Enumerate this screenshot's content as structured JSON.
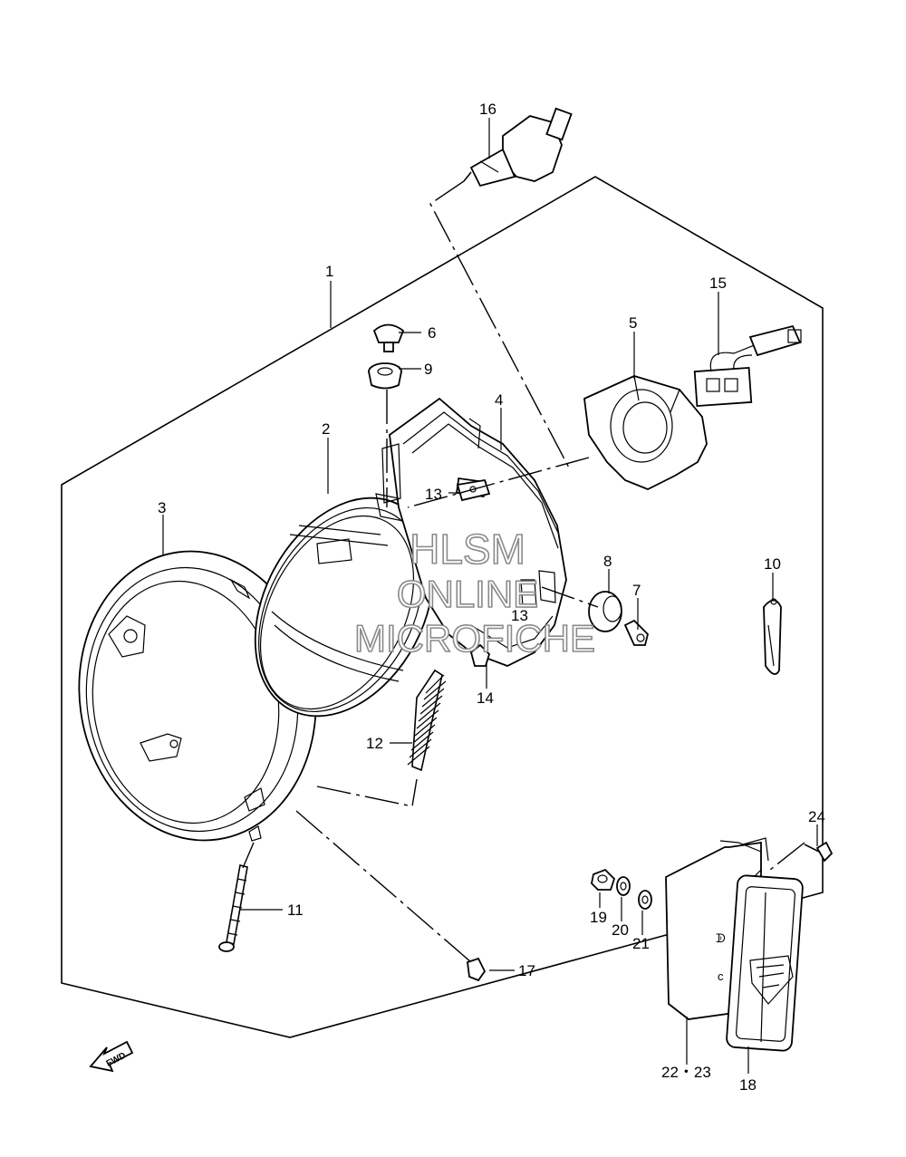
{
  "callouts": {
    "c1": "1",
    "c2": "2",
    "c3": "3",
    "c4": "4",
    "c5": "5",
    "c6": "6",
    "c7": "7",
    "c8": "8",
    "c9": "9",
    "c10": "10",
    "c11": "11",
    "c12": "12",
    "c13a": "13",
    "c13b": "13",
    "c14": "14",
    "c15": "15",
    "c16": "16",
    "c17": "17",
    "c18": "18",
    "c19": "19",
    "c20": "20",
    "c21": "21",
    "c22_23": "22・23",
    "c24": "24"
  },
  "watermark": {
    "line1": "HLSM",
    "line2": "ONLINE",
    "line3": "MICROFICHE"
  },
  "fwd_arrow": {
    "label": "FWD"
  }
}
